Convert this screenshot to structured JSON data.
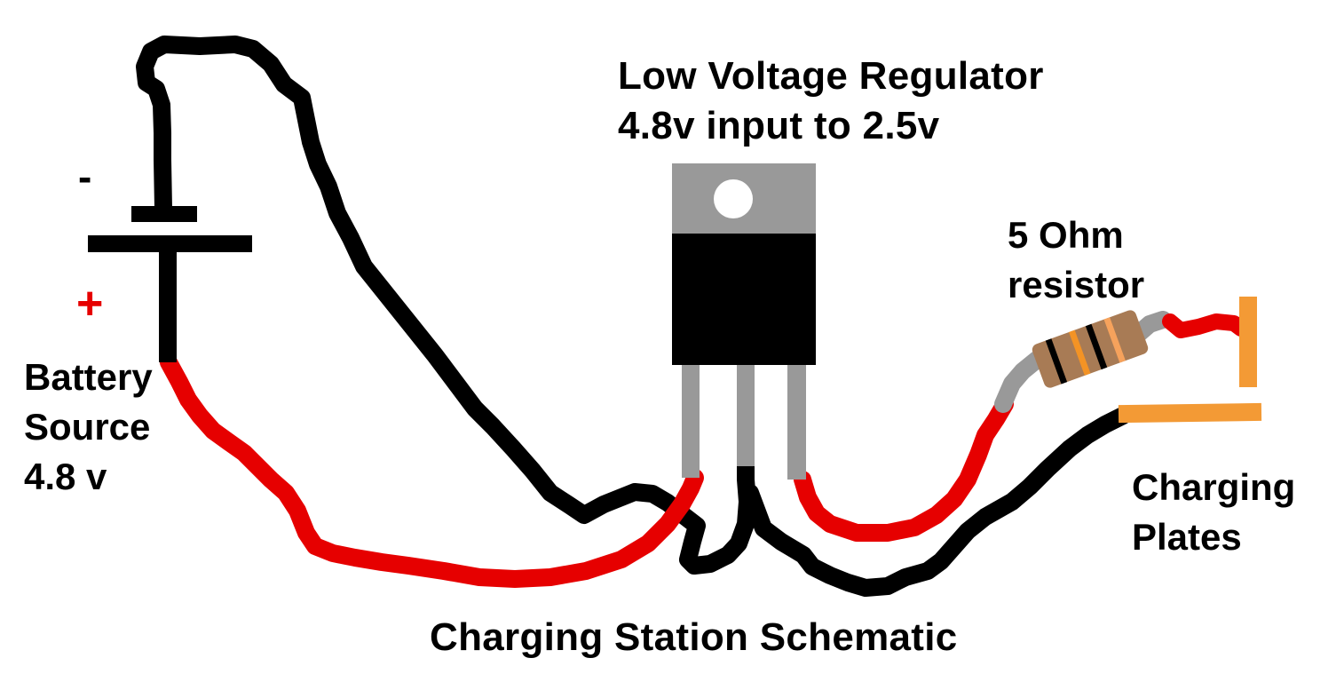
{
  "title": "Charging Station Schematic",
  "components": {
    "battery": {
      "label_lines": [
        "Battery",
        "Source",
        "4.8 v"
      ],
      "negative_sign": "-",
      "positive_sign": "+"
    },
    "regulator": {
      "label_lines": [
        "Low Voltage Regulator",
        "4.8v input to 2.5v"
      ]
    },
    "resistor": {
      "label_lines": [
        "5 Ohm",
        "resistor"
      ],
      "bands": [
        "black",
        "orange",
        "black",
        "light-orange"
      ]
    },
    "charging_plates": {
      "label_lines": [
        "Charging",
        "Plates"
      ]
    }
  },
  "colors": {
    "background": "#ffffff",
    "wire_negative": "#000000",
    "wire_positive": "#e60000",
    "plus_sign": "#e60000",
    "regulator_tab": "#999999",
    "regulator_body": "#000000",
    "regulator_leads": "#999999",
    "resistor_body": "#a87b55",
    "resistor_leads": "#999999",
    "band_black": "#000000",
    "band_orange": "#f39325",
    "band_light_orange": "#f6a25c",
    "plates": "#f39a35"
  }
}
